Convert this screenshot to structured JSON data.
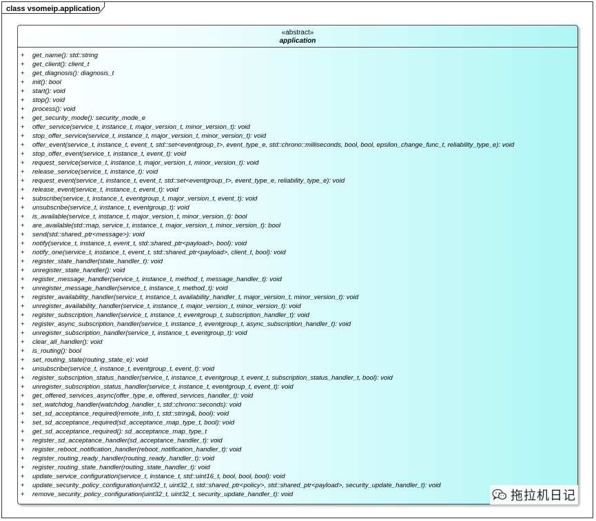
{
  "package": {
    "label": "class vsomeip.application"
  },
  "class": {
    "stereotype": "«abstract»",
    "name": "application",
    "visibility_symbol": "+",
    "members": [
      "get_name(): std::string",
      "get_client(): client_t",
      "get_diagnosis(): diagnosis_t",
      "init(): bool",
      "start(): void",
      "stop(): void",
      "process(): void",
      "get_security_mode(): security_mode_e",
      "offer_service(service_t, instance_t, major_version_t, minor_version_t): void",
      "stop_offer_service(service_t, instance_t, major_version_t, minor_version_t): void",
      "offer_event(service_t, instance_t, event_t, std::set<eventgroup_t>, event_type_e, std::chrono::milliseconds, bool, bool, epsilon_change_func_t, reliability_type_e): void",
      "stop_offer_event(service_t, instance_t, event_t): void",
      "request_service(service_t, instance_t, major_version_t, minor_version_t): void",
      "release_service(service_t, instance_t): void",
      "request_event(service_t, instance_t, event_t, std::set<eventgroup_t>, event_type_e, reliability_type_e): void",
      "release_event(service_t, instance_t, event_t): void",
      "subscribe(service_t, instance_t, eventgroup_t, major_version_t, event_t): void",
      "unsubscribe(service_t, instance_t, eventgroup_t): void",
      "is_available(service_t, instance_t, major_version_t, minor_version_t): bool",
      "are_available(std::map, service_t, instance_t, major_version_t, minor_version_t): bool",
      "send(std::shared_ptr<message>): void",
      "notify(service_t, instance_t, event_t, std::shared_ptr<payload>, bool): void",
      "notify_one(service_t, instance_t, event_t, std::shared_ptr<payload>, client_t, bool): void",
      "register_state_handler(state_handler_t): void",
      "unregister_state_handler(): void",
      "register_message_handler(service_t, instance_t, method_t, message_handler_t): void",
      "unregister_message_handler(service_t, instance_t, method_t): void",
      "register_availability_handler(service_t, instance_t, availability_handler_t, major_version_t, minor_version_t): void",
      "unregister_availability_handler(service_t, instance_t, major_version_t, minor_version_t): void",
      "register_subscription_handler(service_t, instance_t, eventgroup_t, subscription_handler_t): void",
      "register_async_subscription_handler(service_t, instance_t, eventgroup_t, async_subscription_handler_t): void",
      "unregister_subscription_handler(service_t, instance_t, eventgroup_t): void",
      "clear_all_handler(): void",
      "is_routing(): bool",
      "set_routing_state(routing_state_e): void",
      "unsubscribe(service_t, instance_t, eventgroup_t, event_t): void",
      "register_subscription_status_handler(service_t, instance_t, eventgroup_t, event_t, subscription_status_handler_t, bool): void",
      "unregister_subscription_status_handler(service_t, instance_t, eventgroup_t, event_t): void",
      "get_offered_services_async(offer_type_e, offered_services_handler_t): void",
      "set_watchdog_handler(watchdog_handler_t, std::chrono::seconds): void",
      "set_sd_acceptance_required(remote_info_t, std::string&, bool): void",
      "set_sd_acceptance_required(sd_acceptance_map_type_t, bool): void",
      "get_sd_acceptance_required(): sd_acceptance_map_type_t",
      "register_sd_acceptance_handler(sd_acceptance_handler_t): void",
      "register_reboot_notification_handler(reboot_notification_handler_t): void",
      "register_routing_ready_handler(routing_ready_handler_t): void",
      "register_routing_state_handler(routing_state_handler_t): void",
      "update_service_configuration(service_t, instance_t, std::uint16_t, bool, bool, bool): void",
      "update_security_policy_configuration(uint32_t, uint32_t, std::shared_ptr<policy>, std::shared_ptr<payload>, security_update_handler_t): void",
      "remove_security_policy_configuration(uint32_t, uint32_t, security_update_handler_t): void"
    ]
  },
  "watermark": {
    "text": "拖拉机日记",
    "icon": "wechat-icon"
  }
}
